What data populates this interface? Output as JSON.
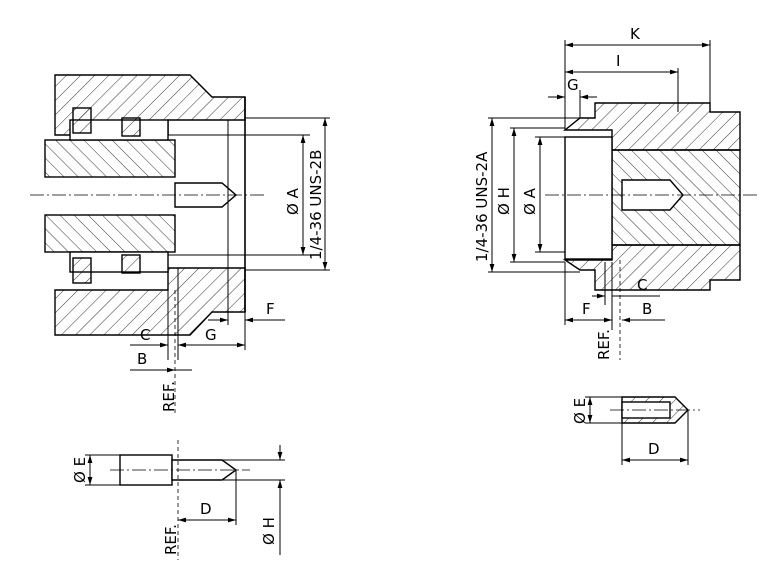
{
  "left_view": {
    "labels": {
      "a": "Ø A",
      "thread": "1/4-36 UNS-2B",
      "f": "F",
      "g": "G",
      "c": "C",
      "b": "B",
      "ref": "REF."
    }
  },
  "right_view": {
    "labels": {
      "k": "K",
      "i": "I",
      "g": "G",
      "thread": "1/4-36 UNS-2A",
      "h": "Ø H",
      "a": "Ø A",
      "c": "C",
      "f": "F",
      "b": "B",
      "ref": "REF."
    }
  },
  "pin_detail": {
    "labels": {
      "e": "Ø E",
      "d": "D",
      "h": "Ø H",
      "ref": "REF."
    }
  },
  "socket_detail": {
    "labels": {
      "e": "Ø E",
      "d": "D"
    }
  }
}
